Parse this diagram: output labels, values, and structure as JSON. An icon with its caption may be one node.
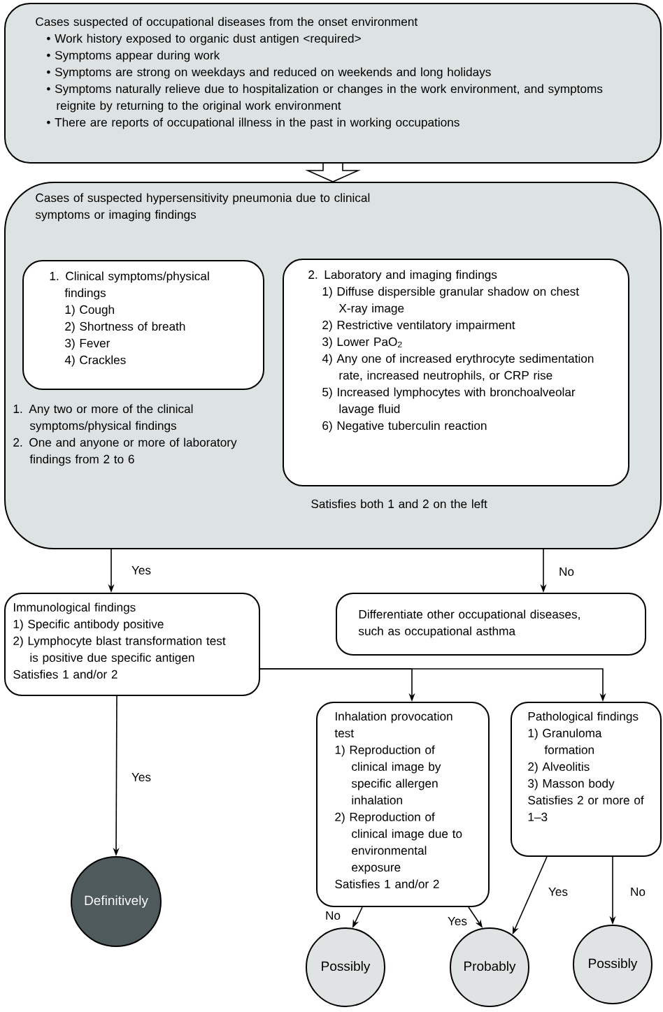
{
  "diagram": {
    "nodes": [
      {
        "text": [
          "Cases suspected of occupational diseases from the onset environment",
          "• Work history exposed to organic dust antigen <required>",
          "• Symptoms appear during work",
          "• Symptoms are strong on weekdays and reduced on weekends and long holidays",
          "• Symptoms naturally relieve due to hospitalization or changes in the work environment, and symptoms reignite by returning to the original work environment",
          "• There are reports of occupational illness in the past in working occupations"
        ]
      },
      {
        "text": [
          "Cases of suspected hypersensitivity pneumonia due to clinical symptoms or imaging findings",
          "1. Any two or more of the clinical symptoms/physical findings",
          "2. One and anyone or more of laboratory findings from 2 to 6",
          "Satisfies both 1 and 2 on the left"
        ]
      },
      {
        "text": [
          "1. Clinical symptoms/physical findings",
          "1) Cough",
          "2) Shortness of breath",
          "3) Fever",
          "4) Crackles"
        ],
        "in": 1
      },
      {
        "text": [
          "2. Laboratory and imaging findings",
          "1) Diffuse dispersible granular shadow on chest X-ray image",
          "2) Restrictive ventilatory impairment",
          "3) Lower PaO$_{2}$",
          "4) Any one of increased erythrocyte sedimentation rate, increased neutrophils, or CRP rise",
          "5) Increased lymphocytes with bronchoalveolar lavage fluid",
          "6) Negative tuberculin reaction"
        ],
        "in": 1
      },
      {
        "text": [
          "Immunological findings",
          "1) Specific antibody positive",
          "2) Lymphocyte blast transformation test is positive due specific antigen",
          "Satisfies 1 and/or 2"
        ]
      },
      {
        "text": [
          "Differentiate other occupational diseases, such as occupational asthma"
        ]
      },
      {
        "text": [
          "Inhalation provocation test",
          "1) Reproduction of clinical image by specific allergen inhalation",
          "2) Reproduction of clinical image due to environmental exposure",
          "Satisfies 1 and/or 2"
        ]
      },
      {
        "text": [
          "Pathological findings",
          "1) Granuloma formation",
          "2) Alveolitis",
          "3) Masson body",
          "Satisfies 2 or more of 1–3"
        ]
      },
      {
        "text": [
          "Definitively"
        ]
      },
      {
        "text": [
          "Possibly"
        ]
      },
      {
        "text": [
          "Probably"
        ]
      },
      {
        "text": [
          "Possibly"
        ]
      }
    ],
    "edges": [
      {
        "from": 0,
        "to": 1,
        "arrow": "to",
        "style": "thick"
      },
      {
        "from": 1,
        "to": 4,
        "arrow": "to",
        "label": "Yes"
      },
      {
        "from": 1,
        "to": 5,
        "arrow": "to",
        "label": "No"
      },
      {
        "from": 4,
        "to": 6,
        "arrow": "to"
      },
      {
        "from": 4,
        "to": 7,
        "arrow": "to"
      },
      {
        "from": 4,
        "to": 8,
        "arrow": "to",
        "label": "Yes"
      },
      {
        "from": 6,
        "to": 9,
        "arrow": "to",
        "label": "No"
      },
      {
        "from": 6,
        "to": 10,
        "arrow": "to",
        "label": "Yes"
      },
      {
        "from": 7,
        "to": 10,
        "arrow": "to",
        "label": "Yes"
      },
      {
        "from": 7,
        "to": 11,
        "arrow": "to",
        "label": "No"
      }
    ]
  }
}
